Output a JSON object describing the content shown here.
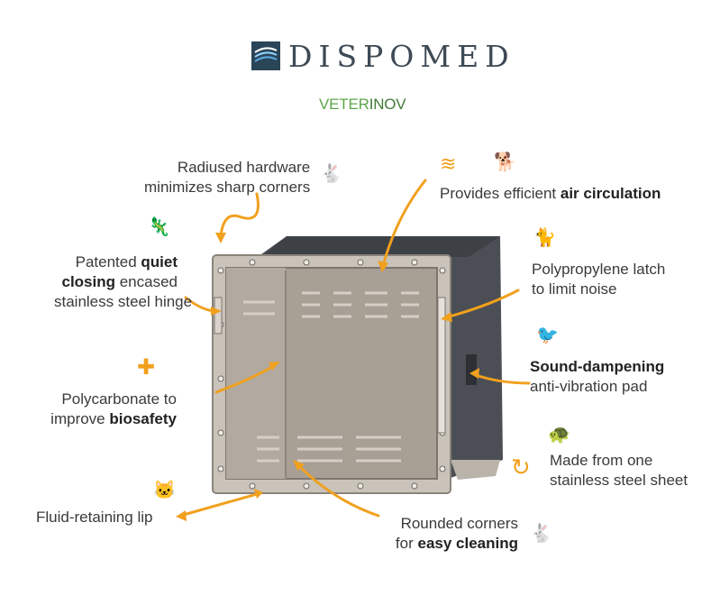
{
  "brand": {
    "name": "DISPOMED",
    "sub_prefix": "VETER",
    "sub_suffix": "INOV"
  },
  "callouts": {
    "radiused": {
      "line1": "Radiused hardware",
      "line2": "minimizes sharp corners"
    },
    "air": {
      "pre": "Provides efficient ",
      "bold": "air circulation"
    },
    "patented": {
      "line1_pre": "Patented ",
      "line1_bold": "quiet",
      "line2_bold": "closing",
      "line2_post": " encased",
      "line3": "stainless steel hinge"
    },
    "latch": {
      "line1": "Polypropylene latch",
      "line2": "to limit noise"
    },
    "sound": {
      "line1_bold": "Sound-dampening",
      "line2": "anti-vibration pad"
    },
    "polycarbonate": {
      "line1": "Polycarbonate to",
      "line2_pre": "improve ",
      "line2_bold": "biosafety"
    },
    "onesheet": {
      "line1": "Made from one",
      "line2": "stainless steel sheet"
    },
    "lip": {
      "text": "Fluid-retaining lip"
    },
    "rounded": {
      "line1": "Rounded corners",
      "line2_pre": "for ",
      "line2_bold": "easy cleaning"
    }
  },
  "colors": {
    "accent": "#f1a01e",
    "cabinet_dark": "#4b4f55",
    "frame": "#c9c3ba",
    "steel": "#a89f95"
  },
  "icons": [
    "rabbit-icon",
    "wind-icon",
    "dog-icon",
    "chameleon-icon",
    "cat-icon",
    "bird-icon",
    "medical-hand-icon",
    "turtle-icon",
    "recycle-icon",
    "cat-face-icon",
    "rabbit-icon"
  ]
}
